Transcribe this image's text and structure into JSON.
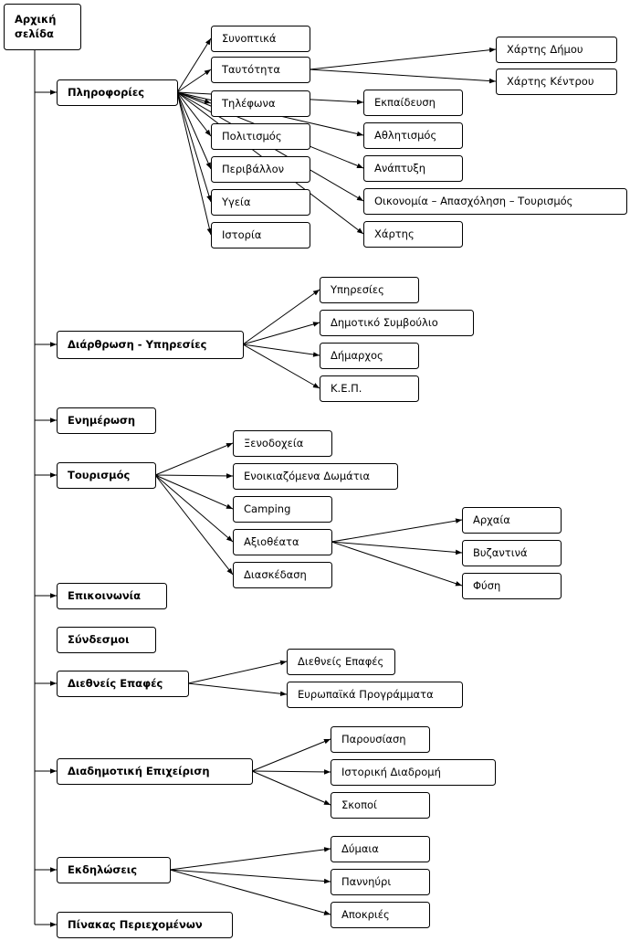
{
  "root": {
    "id": "home",
    "lines": [
      "Αρχική",
      "σελίδα"
    ]
  },
  "sections": [
    {
      "id": "info",
      "label": "Πληροφορίες"
    },
    {
      "id": "structure",
      "label": "Διάρθρωση - Υπηρεσίες"
    },
    {
      "id": "news",
      "label": "Ενημέρωση"
    },
    {
      "id": "tourism",
      "label": "Τουρισμός"
    },
    {
      "id": "contact",
      "label": "Επικοινωνία"
    },
    {
      "id": "links",
      "label": "Σύνδεσμοι"
    },
    {
      "id": "intl",
      "label": "Διεθνείς Επαφές"
    },
    {
      "id": "intermunicipal",
      "label": "Διαδημοτική Επιχείριση"
    },
    {
      "id": "events",
      "label": "Εκδηλώσεις"
    },
    {
      "id": "toc",
      "label": "Πίνακας Περιεχομένων"
    }
  ],
  "pages": [
    {
      "id": "summary",
      "label": "Συνοπτικά"
    },
    {
      "id": "identity",
      "label": "Ταυτότητα"
    },
    {
      "id": "phones",
      "label": "Τηλέφωνα"
    },
    {
      "id": "culture",
      "label": "Πολιτισμός"
    },
    {
      "id": "environment",
      "label": "Περιβάλλον"
    },
    {
      "id": "health",
      "label": "Υγεία"
    },
    {
      "id": "history",
      "label": "Ιστορία"
    },
    {
      "id": "map-municipality",
      "label": "Χάρτης Δήμου"
    },
    {
      "id": "map-center",
      "label": "Χάρτης Κέντρου"
    },
    {
      "id": "education",
      "label": "Εκπαίδευση"
    },
    {
      "id": "sports",
      "label": "Αθλητισμός"
    },
    {
      "id": "development",
      "label": "Ανάπτυξη"
    },
    {
      "id": "economy",
      "label": "Οικονομία – Απασχόληση –  Τουρισμός"
    },
    {
      "id": "map",
      "label": "Χάρτης"
    },
    {
      "id": "services",
      "label": "Υπηρεσίες"
    },
    {
      "id": "council",
      "label": "Δημοτικό Συμβούλιο"
    },
    {
      "id": "mayor",
      "label": "Δήμαρχος"
    },
    {
      "id": "kep",
      "label": "Κ.Ε.Π."
    },
    {
      "id": "hotels",
      "label": "Ξενοδοχεία"
    },
    {
      "id": "rooms",
      "label": "Ενοικιαζόμενα Δωμάτια"
    },
    {
      "id": "camping",
      "label": "Camping"
    },
    {
      "id": "sights",
      "label": "Αξιοθέατα"
    },
    {
      "id": "entertainment",
      "label": "Διασκέδαση"
    },
    {
      "id": "ancient",
      "label": "Αρχαία"
    },
    {
      "id": "byzantine",
      "label": "Βυζαντινά"
    },
    {
      "id": "nature",
      "label": "Φύση"
    },
    {
      "id": "intl-contacts",
      "label": "Διεθνείς Επαφές"
    },
    {
      "id": "eu-programs",
      "label": "Ευρωπαϊκά Προγράμματα"
    },
    {
      "id": "presentation",
      "label": "Παρουσίαση"
    },
    {
      "id": "historic-route",
      "label": "Ιστορική Διαδρομή"
    },
    {
      "id": "goals",
      "label": "Σκοποί"
    },
    {
      "id": "dymaia",
      "label": "Δύμαια"
    },
    {
      "id": "festival",
      "label": "Παννηύρι"
    },
    {
      "id": "carnival",
      "label": "Αποκριές"
    }
  ],
  "edges": [
    [
      "info",
      "summary"
    ],
    [
      "info",
      "identity"
    ],
    [
      "info",
      "phones"
    ],
    [
      "info",
      "culture"
    ],
    [
      "info",
      "environment"
    ],
    [
      "info",
      "health"
    ],
    [
      "info",
      "history"
    ],
    [
      "info",
      "education"
    ],
    [
      "info",
      "sports"
    ],
    [
      "info",
      "development"
    ],
    [
      "info",
      "economy"
    ],
    [
      "info",
      "map"
    ],
    [
      "identity",
      "map-municipality"
    ],
    [
      "identity",
      "map-center"
    ],
    [
      "structure",
      "services"
    ],
    [
      "structure",
      "council"
    ],
    [
      "structure",
      "mayor"
    ],
    [
      "structure",
      "kep"
    ],
    [
      "tourism",
      "hotels"
    ],
    [
      "tourism",
      "rooms"
    ],
    [
      "tourism",
      "camping"
    ],
    [
      "tourism",
      "sights"
    ],
    [
      "tourism",
      "entertainment"
    ],
    [
      "sights",
      "ancient"
    ],
    [
      "sights",
      "byzantine"
    ],
    [
      "sights",
      "nature"
    ],
    [
      "intl",
      "intl-contacts"
    ],
    [
      "intl",
      "eu-programs"
    ],
    [
      "intermunicipal",
      "presentation"
    ],
    [
      "intermunicipal",
      "historic-route"
    ],
    [
      "intermunicipal",
      "goals"
    ],
    [
      "events",
      "dymaia"
    ],
    [
      "events",
      "festival"
    ],
    [
      "events",
      "carnival"
    ]
  ]
}
